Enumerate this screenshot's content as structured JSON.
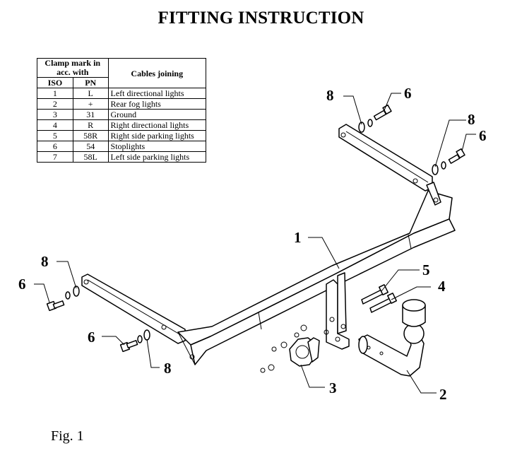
{
  "title": "FITTING INSTRUCTION",
  "table": {
    "header_clamp": "Clamp mark in acc. with",
    "header_cables": "Cables joining",
    "header_iso": "ISO",
    "header_pn": "PN",
    "rows": [
      {
        "iso": "1",
        "pn": "L",
        "cable": "Left directional lights"
      },
      {
        "iso": "2",
        "pn": "+",
        "cable": "Rear fog lights"
      },
      {
        "iso": "3",
        "pn": "31",
        "cable": "Ground"
      },
      {
        "iso": "4",
        "pn": "R",
        "cable": "Right directional lights"
      },
      {
        "iso": "5",
        "pn": "58R",
        "cable": "Right side parking lights"
      },
      {
        "iso": "6",
        "pn": "54",
        "cable": "Stoplights"
      },
      {
        "iso": "7",
        "pn": "58L",
        "cable": "Left side parking lights"
      }
    ]
  },
  "callouts": {
    "c1": "1",
    "c2": "2",
    "c3": "3",
    "c4": "4",
    "c5": "5",
    "c6a": "6",
    "c6b": "6",
    "c6c": "6",
    "c6d": "6",
    "c8a": "8",
    "c8b": "8",
    "c8c": "8",
    "c8d": "8"
  },
  "figure_label": "Fig. 1"
}
